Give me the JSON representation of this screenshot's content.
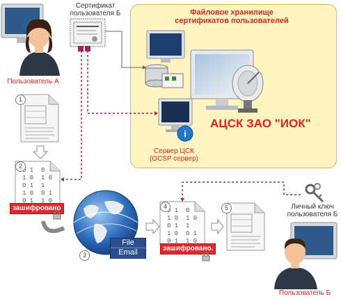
{
  "user_a": {
    "label": "Пользователь А"
  },
  "user_b": {
    "label": "Пользователь Б"
  },
  "cert_b": {
    "label_line1": "Сертификат",
    "label_line2": "пользователя Б"
  },
  "storage": {
    "label_line1": "Файловое хранилище",
    "label_line2": "сертификатов пользователей"
  },
  "ca": {
    "title": "АЦСК ЗАО \"ИОК\""
  },
  "cert_server": {
    "label_line1": "Сервер ЦСК",
    "label_line2": "(OCSP сервер)"
  },
  "private_key": {
    "label_line1": "Личный ключ",
    "label_line2": "пользователя Б"
  },
  "encrypted_label": "зашифровано",
  "encrypted_label_2": "зашифровано.",
  "globe": {
    "file_label": "File",
    "email_label": "Email"
  },
  "steps": [
    "1",
    "2",
    "3",
    "4",
    "5"
  ],
  "binary_text": "0 1  0\n1 0  1 0\n0 1  1\n1 0  0 1\n0 1  1 0\n1  0",
  "colors": {
    "label_red": "#d9261c",
    "storage_bg": "#fff4c2",
    "arrow_dash": "#a0245a",
    "encrypted_bg": "#e3262b"
  }
}
